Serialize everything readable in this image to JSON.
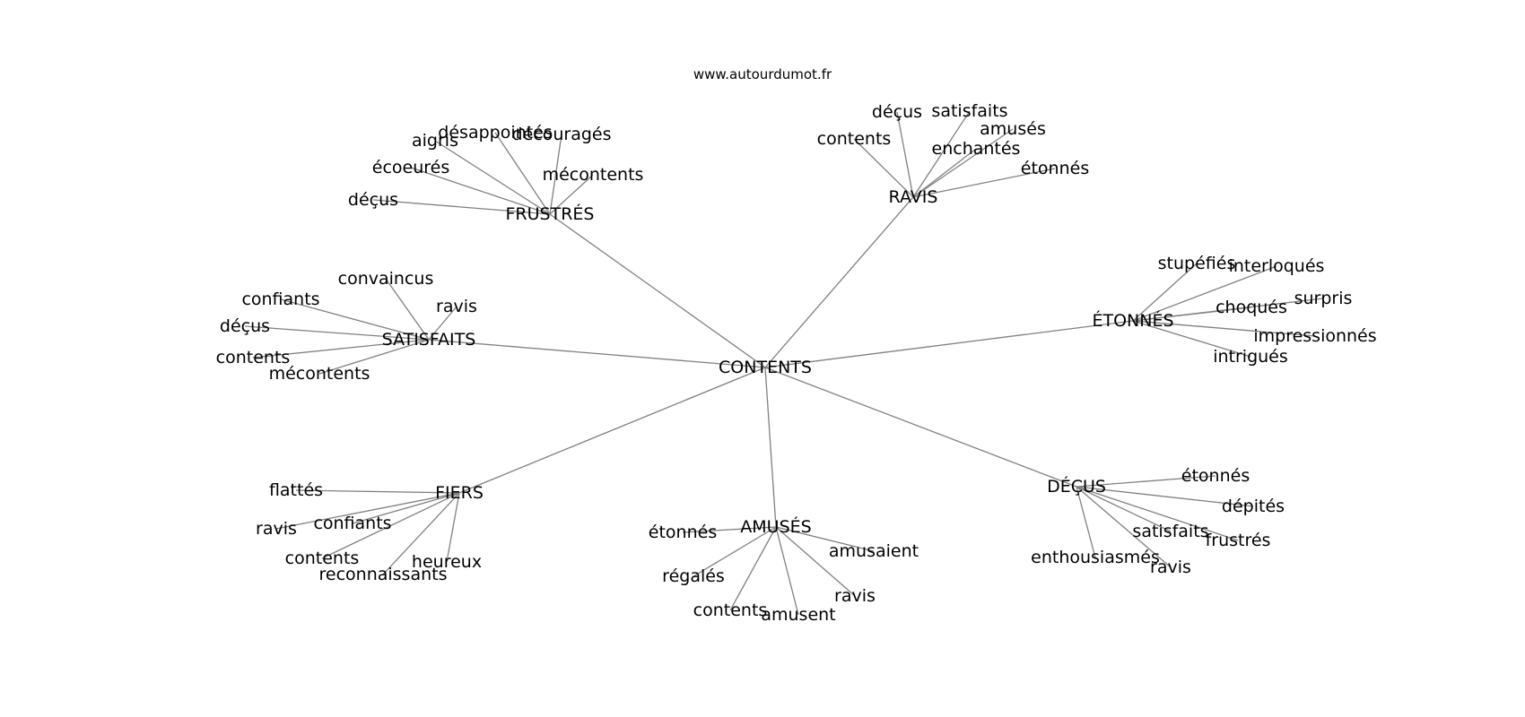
{
  "header": {
    "site": "www.autourdumot.fr"
  },
  "graph": {
    "center": "CONTENTS",
    "clusters": [
      {
        "name": "FRUSTRÉS",
        "words": [
          "aigris",
          "désappointés",
          "découragés",
          "écoeurés",
          "mécontents",
          "déçus"
        ]
      },
      {
        "name": "RAVIS",
        "words": [
          "déçus",
          "satisfaits",
          "contents",
          "amusés",
          "enchantés",
          "étonnés"
        ]
      },
      {
        "name": "ÉTONNÉS",
        "words": [
          "stupéfiés",
          "interloqués",
          "surpris",
          "choqués",
          "impressionnés",
          "intrigués"
        ]
      },
      {
        "name": "SATISFAITS",
        "words": [
          "convaincus",
          "confiants",
          "ravis",
          "déçus",
          "contents",
          "mécontents"
        ]
      },
      {
        "name": "FIERS",
        "words": [
          "flattés",
          "ravis",
          "confiants",
          "contents",
          "heureux",
          "reconnaissants"
        ]
      },
      {
        "name": "AMUSÉS",
        "words": [
          "étonnés",
          "amusaient",
          "régalés",
          "ravis",
          "contents",
          "amusent"
        ]
      },
      {
        "name": "DÉÇUS",
        "words": [
          "étonnés",
          "dépités",
          "satisfaits",
          "frustrés",
          "enthousiasmés",
          "ravis"
        ]
      }
    ]
  }
}
